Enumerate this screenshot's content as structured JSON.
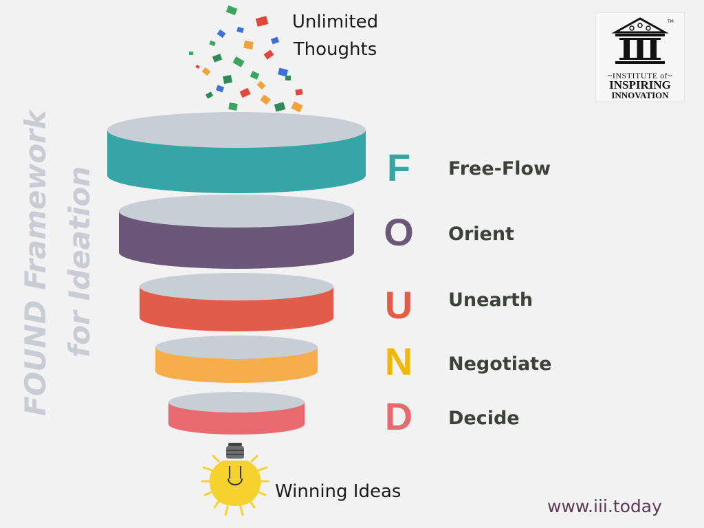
{
  "title": "FOUND Framework for Ideation",
  "title_lines": [
    "FOUND Framework",
    "for Ideation"
  ],
  "top_caption": [
    "Unlimited",
    "Thoughts"
  ],
  "bottom_caption": "Winning Ideas",
  "website": "www.iii.today",
  "logo": {
    "monogram": "III",
    "trademark": "TM",
    "line1": "~INSTITUTE of~",
    "line2": "INSPIRING",
    "line3": "INNOVATION"
  },
  "stages": [
    {
      "letter": "F",
      "word": "Free-Flow",
      "color": "#36a5a5"
    },
    {
      "letter": "O",
      "word": "Orient",
      "color": "#6b5778"
    },
    {
      "letter": "U",
      "word": "Unearth",
      "color": "#e25c4a"
    },
    {
      "letter": "N",
      "word": "Negotiate",
      "color": "#f2b705"
    },
    {
      "letter": "D",
      "word": "Decide",
      "color": "#e86a6f"
    }
  ],
  "funnel_colors": [
    "#36a5a5",
    "#6b5778",
    "#e25c4a",
    "#f6ad4a",
    "#e86a6f"
  ],
  "funnel_top_color": "#c8ced6",
  "confetti_colors": [
    "#3aa65d",
    "#e0463b",
    "#3c6fd8",
    "#f2a23a",
    "#2e8b57"
  ],
  "bulb_color": "#f5d22e"
}
